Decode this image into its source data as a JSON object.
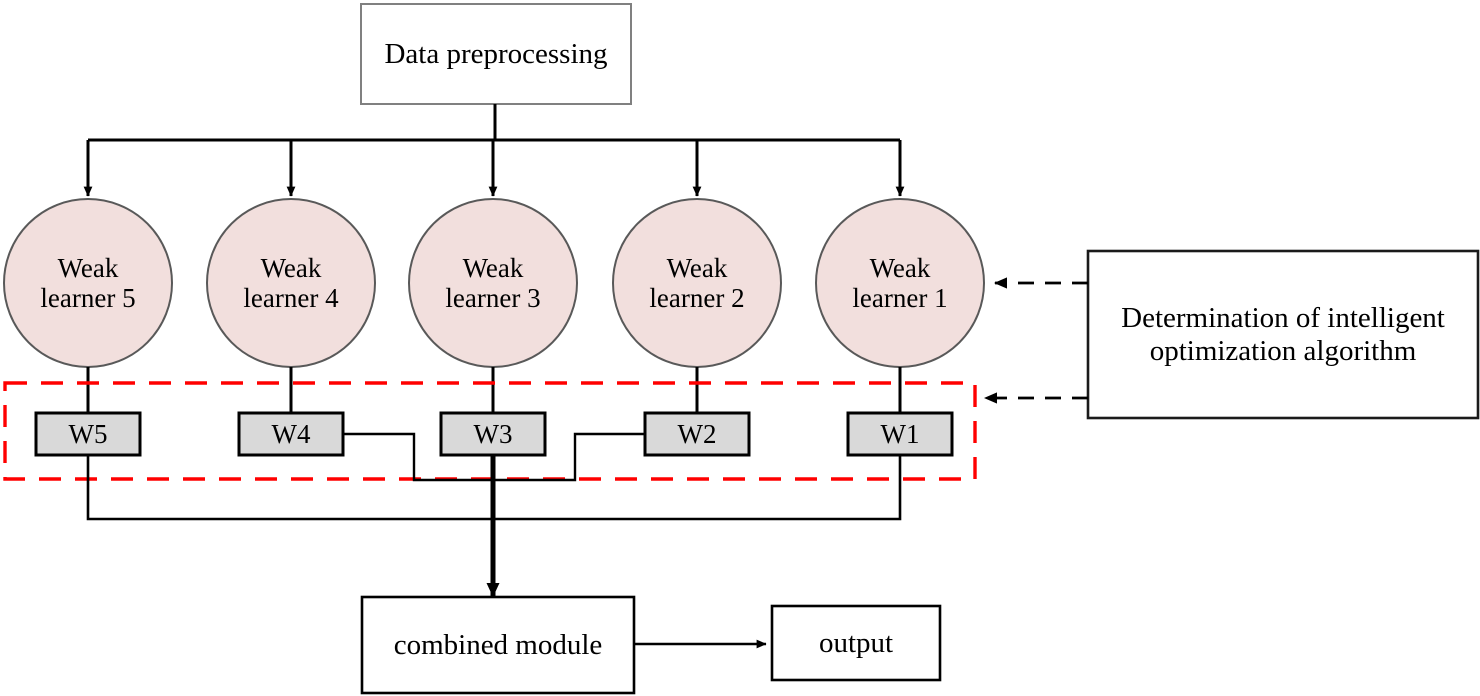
{
  "diagram": {
    "title": "Ensemble weak-learner weighting flow diagram",
    "colors": {
      "circle_fill": "#f2dfdd",
      "circle_stroke": "#595959",
      "weight_box_fill": "#d9d9d9",
      "weight_box_stroke": "#000000",
      "plain_box_fill": "#ffffff",
      "plain_box_stroke": "#404040",
      "dashed_region_stroke": "#ff0000",
      "connector_stroke": "#000000"
    },
    "nodes": {
      "preprocessing": {
        "label": "Data preprocessing"
      },
      "learners": [
        {
          "id": "learner-5",
          "label": "Weak\nlearner 5"
        },
        {
          "id": "learner-4",
          "label": "Weak\nlearner 4"
        },
        {
          "id": "learner-3",
          "label": "Weak\nlearner 3"
        },
        {
          "id": "learner-2",
          "label": "Weak\nlearner 2"
        },
        {
          "id": "learner-1",
          "label": "Weak\nlearner 1"
        }
      ],
      "weights": [
        {
          "id": "weight-w5",
          "label": "W5"
        },
        {
          "id": "weight-w4",
          "label": "W4"
        },
        {
          "id": "weight-w3",
          "label": "W3"
        },
        {
          "id": "weight-w2",
          "label": "W2"
        },
        {
          "id": "weight-w1",
          "label": "W1"
        }
      ],
      "determination": {
        "label": "Determination of intelligent\noptimization algorithm"
      },
      "combined": {
        "label": "combined module"
      },
      "output": {
        "label": "output"
      }
    }
  }
}
